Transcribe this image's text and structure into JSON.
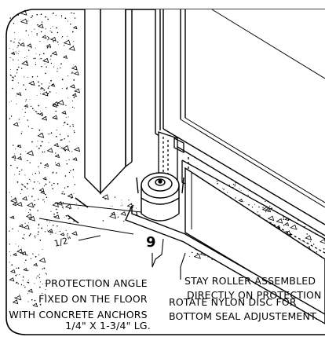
{
  "callout_number": "9",
  "dimension_label": "1/2\"",
  "notes": {
    "protection_angle": [
      "PROTECTION ANGLE",
      "FIXED ON THE FLOOR",
      "WITH CONCRETE ANCHORS",
      "1/4\" X 1-3/4\" LG."
    ],
    "stay_roller": [
      "STAY ROLLER ASSEMBLED",
      "DIRECTLY ON PROTECTION"
    ],
    "nylon_disc": [
      "ROTATE NYLON DISC FOR",
      "BOTTOM SEAL ADJUSTEMENT."
    ]
  }
}
